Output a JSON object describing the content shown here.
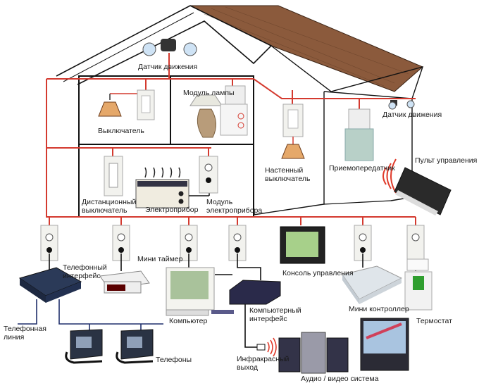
{
  "colors": {
    "power_line": "#d43a2f",
    "data_line": "#1f2f6b",
    "roof": "#8b5a3c",
    "outline": "#111111",
    "wave": "#e03a2a"
  },
  "labels": {
    "motion_sensor_top": "Датчик движения",
    "motion_sensor_right": "Датчик движения",
    "switch": "Выключатель",
    "lamp_module": "Модуль лампы",
    "wall_switch": [
      "Настенный",
      "выключатель"
    ],
    "transceiver": "Приемопередатчик",
    "remote_control": "Пульт управления",
    "remote_switch": [
      "Дистанционный",
      "выключатель"
    ],
    "appliance": "Электроприбор",
    "appliance_module": [
      "Модуль",
      "электроприбора"
    ],
    "phone_interface": [
      "Телефонный",
      "интерфейс"
    ],
    "mini_timer": "Мини таймер",
    "control_console": "Консоль управления",
    "computer": "Компьютер",
    "computer_interface": [
      "Компьютерный",
      "интерфейс"
    ],
    "mini_controller": "Мини контроллер",
    "thermostat": "Термостат",
    "phone_line": [
      "Телефонная",
      "линия"
    ],
    "phones": "Телефоны",
    "ir_output": [
      "Инфракрасный",
      "выход"
    ],
    "av_system": "Аудио / видео система"
  }
}
